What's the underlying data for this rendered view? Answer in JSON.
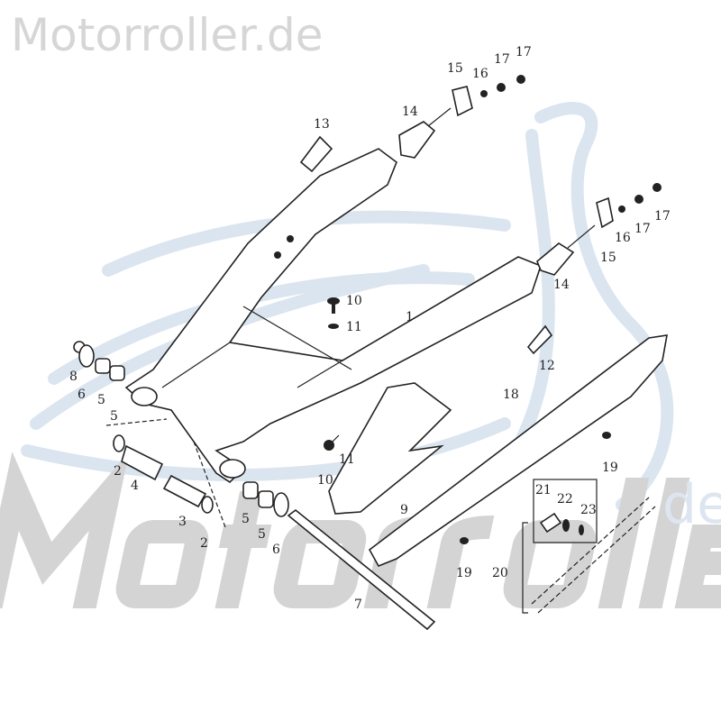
{
  "watermark": {
    "top": "Motorroller.de",
    "bottom": "Motorroller",
    "bottom_suffix": "de"
  },
  "colors": {
    "watermark_gray": "#d4d4d4",
    "swirl_blue": "#dbe5f0",
    "line": "#222222"
  },
  "callouts": [
    "15",
    "16",
    "17",
    "17",
    "14",
    "13",
    "16",
    "17",
    "17",
    "15",
    "14",
    "10",
    "11",
    "1",
    "12",
    "8",
    "6",
    "5",
    "5",
    "18",
    "19",
    "11",
    "10",
    "2",
    "4",
    "9",
    "3",
    "2",
    "5",
    "5",
    "6",
    "21",
    "22",
    "23",
    "19",
    "20",
    "7"
  ]
}
